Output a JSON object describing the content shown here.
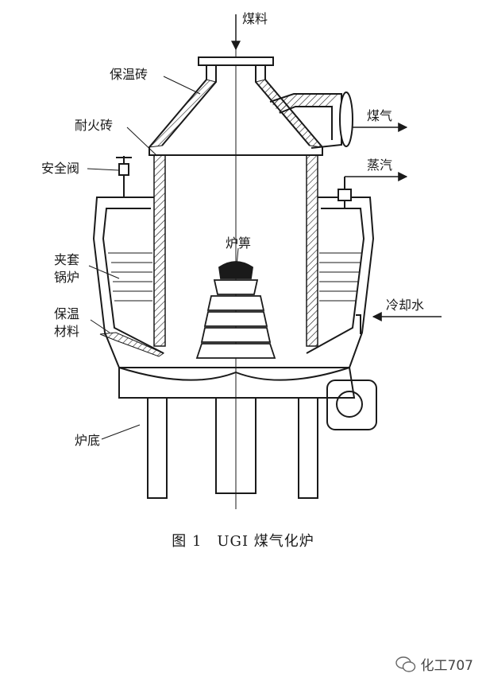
{
  "labels": {
    "feed_coal": "煤料",
    "insulation_brick": "保温砖",
    "refractory_brick": "耐火砖",
    "safety_valve": "安全阀",
    "jacket_boiler_1": "夹套",
    "jacket_boiler_2": "锅炉",
    "insulation_material_1": "保温",
    "insulation_material_2": "材料",
    "grate": "炉箅",
    "coal_gas": "煤气",
    "steam": "蒸汽",
    "cooling_water": "冷却水",
    "furnace_bottom": "炉底"
  },
  "caption": "图 1　UGI 煤气化炉",
  "watermark": "化工707",
  "icons": {
    "watermark": "wechat-icon"
  }
}
